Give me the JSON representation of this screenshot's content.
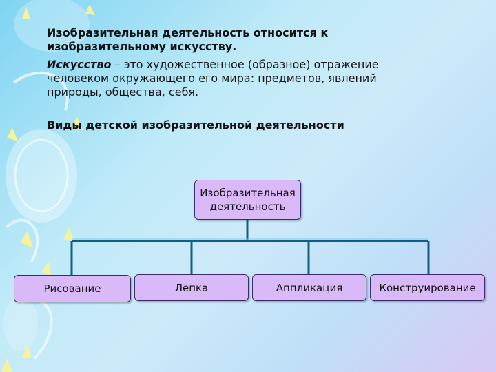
{
  "intro_text": "Изобразительная деятельность относится к изобразительному искусству.",
  "definition": {
    "term": "Искусство",
    "text": " – это художественное (образное) отражение человеком окружающего его мира: предметов, явлений природы, общества, себя."
  },
  "section_title": "Виды детской изобразительной деятельности",
  "diagram": {
    "root_label": "Изобразительная деятельность",
    "children": [
      "Рисование",
      "Лепка",
      "Аппликация",
      "Конструирование"
    ]
  },
  "colors": {
    "box_fill": "#d9b9f7",
    "box_border": "#3d2a6b",
    "connector": "#0e5e88"
  }
}
